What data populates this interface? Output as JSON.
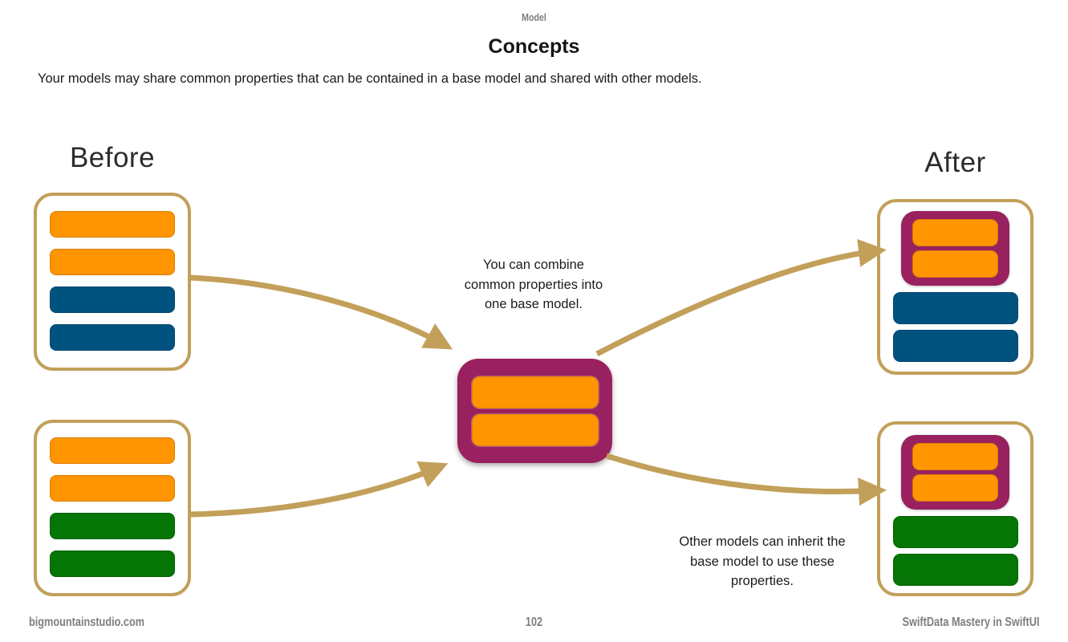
{
  "header": {
    "eyebrow": "Model",
    "title": "Concepts",
    "description": "Your models may share common properties that can be contained in a base model and shared with other models."
  },
  "diagram": {
    "before_label": "Before",
    "after_label": "After",
    "combine_note": "You can combine\ncommon properties into\none base model.",
    "inherit_note": "Other models can inherit the\nbase model to use these\nproperties.",
    "boxes": {
      "before_top": {
        "bars": [
          "orange",
          "orange",
          "blue",
          "blue"
        ]
      },
      "before_bottom": {
        "bars": [
          "orange",
          "orange",
          "green",
          "green"
        ]
      },
      "base_model": {
        "bars": [
          "orange",
          "orange"
        ]
      },
      "after_top": {
        "base_bars": [
          "orange",
          "orange"
        ],
        "bars": [
          "blue",
          "blue"
        ]
      },
      "after_bottom": {
        "base_bars": [
          "orange",
          "orange"
        ],
        "bars": [
          "green",
          "green"
        ]
      }
    }
  },
  "footer": {
    "site": "bigmountainstudio.com",
    "page": "102",
    "book": "SwiftData Mastery in SwiftUI"
  },
  "colors": {
    "orange": "#FF9500",
    "blue": "#00527F",
    "green": "#057505",
    "purple": "#99215F",
    "tan": "#C2A05A",
    "muted_text": "#7E7E7E"
  }
}
